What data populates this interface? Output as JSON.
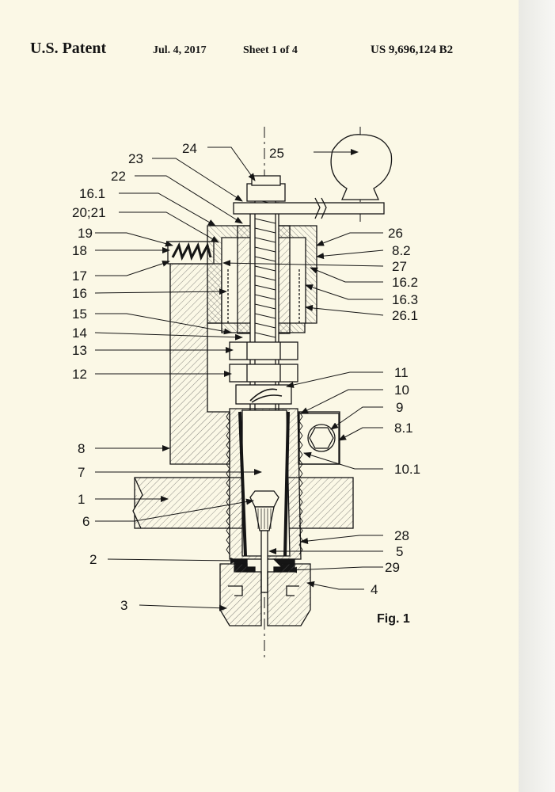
{
  "header": {
    "publication": "U.S. Patent",
    "date": "Jul. 4, 2017",
    "sheet": "Sheet 1 of 4",
    "patent_number": "US 9,696,124 B2"
  },
  "figure": {
    "caption": "Fig. 1",
    "reference_numerals": [
      "24",
      "25",
      "23",
      "22",
      "16.1",
      "20;21",
      "19",
      "18",
      "17",
      "16",
      "15",
      "14",
      "13",
      "12",
      "8",
      "7",
      "1",
      "6",
      "2",
      "3",
      "26",
      "8.2",
      "27",
      "16.2",
      "16.3",
      "26.1",
      "11",
      "10",
      "9",
      "8.1",
      "10.1",
      "28",
      "5",
      "29",
      "4"
    ]
  }
}
